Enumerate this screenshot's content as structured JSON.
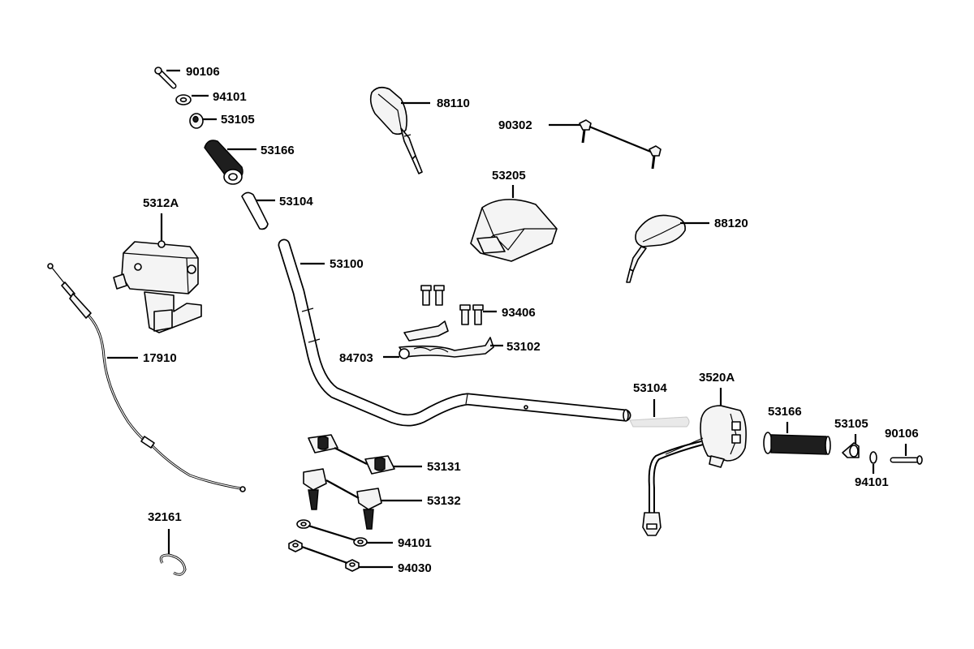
{
  "labels": {
    "bolt_top_left": "90106",
    "washer_top_left": "94101",
    "end_cap_left": "53105",
    "grip_left": "53166",
    "throttle_sleeve_left": "53104",
    "throttle_housing": "5312A",
    "handlebar": "53100",
    "throttle_cable": "17910",
    "cable_clip": "32161",
    "mirror_left": "88110",
    "mirror_bolt": "90302",
    "handlebar_cover": "53205",
    "mirror_right": "88120",
    "clamp_bolts": "93406",
    "brace_left": "84703",
    "brace_right": "53102",
    "grip_sleeve_right": "53104",
    "switch_right": "3520A",
    "grip_right": "53166",
    "end_cap_right": "53105",
    "bolt_right": "90106",
    "washer_right": "94101",
    "upper_holder": "53131",
    "lower_holder": "53132",
    "washer_bottom": "94101",
    "nut_bottom": "94030"
  },
  "colors": {
    "ink": "#000000",
    "fill": "#f4f4f4",
    "grip": "#1e1e1e",
    "background": "#ffffff"
  }
}
